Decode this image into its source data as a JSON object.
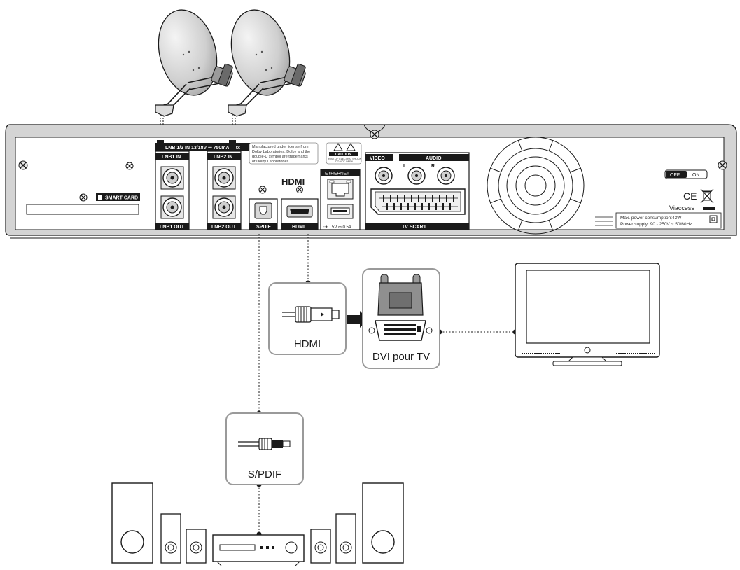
{
  "panel": {
    "lnb_power_label": "LNB 1/2 IN 13/18V ⎓ 750mA Max",
    "lnb1_in": "LNB1 IN",
    "lnb1_out": "LNB1 OUT",
    "lnb2_in": "LNB2 IN",
    "lnb2_out": "LNB2 OUT",
    "smart_card": "SMART CARD",
    "dolby_notice_lines": [
      "Manufactured under license from",
      "Dolby Laboratories. Dolby and the",
      "double-D symbol are trademarks",
      "of Dolby Laboratories."
    ],
    "caution": "CAUTION",
    "caution_sub_lines": [
      "RISK OF ELECTRIC SHOCK",
      "DO NOT OPEN"
    ],
    "ethernet": "ETHERNET",
    "usb_label": "5V ⎓ 0.5A",
    "spdif": "SPDIF",
    "hdmi_logo": "HDMI",
    "hdmi": "HDMI",
    "video": "VIDEO",
    "audio": "AUDIO",
    "audio_l": "L",
    "audio_r": "R",
    "tv_scart": "TV SCART",
    "off": "OFF",
    "on": "ON",
    "ce_mark": "CE",
    "viaccess": "Viaccess",
    "power_info_lines": [
      "Max. power consumption:43W",
      "Power supply: 90 - 250V ~ 50/60Hz"
    ]
  },
  "boxes": {
    "hdmi_label": "HDMI",
    "dvi_label": "DVI pour TV",
    "spdif_label": "S/PDIF"
  },
  "colors": {
    "outline": "#1a1a1a",
    "panel_fill": "#ffffff",
    "panel_frame": "#b8b8b8",
    "box_border": "#9a9a9a",
    "dish_gray": "#cfcfcf"
  }
}
